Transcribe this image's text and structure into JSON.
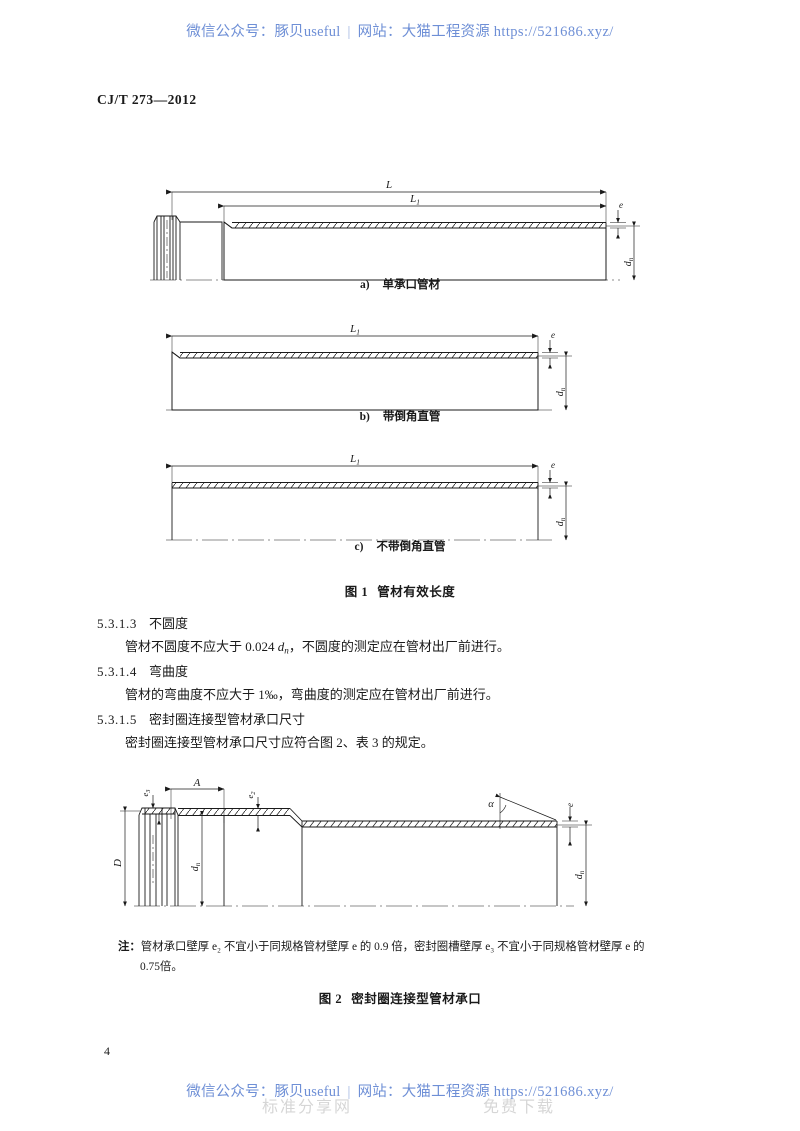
{
  "promo": {
    "wechat_label": "微信公众号：",
    "wechat_name": "豚贝useful",
    "separator": "|",
    "site_label": "网站：",
    "site_name": "大猫工程资源",
    "url": "https://521686.xyz/"
  },
  "ghost_watermark": {
    "left": "标准分享网",
    "right": "免费下载"
  },
  "header": {
    "standard_code": "CJ/T 273—2012"
  },
  "page": {
    "number": "4"
  },
  "figure1": {
    "caption_label": "图 1",
    "caption_title": "管材有效长度",
    "subfigures": [
      {
        "label": "a)",
        "title": "单承口管材"
      },
      {
        "label": "b)",
        "title": "带倒角直管"
      },
      {
        "label": "c)",
        "title": "不带倒角直管"
      }
    ],
    "dimension_labels": {
      "total_length": "L",
      "effective_length": "L1",
      "wall_thickness": "e",
      "nominal_diameter": "dn"
    }
  },
  "clauses": [
    {
      "number": "5.3.1.3",
      "title": "不圆度",
      "body_pre": "管材不圆度不应大于",
      "body_value": "0.024",
      "body_symbol": "dn",
      "body_post": "，不圆度的测定应在管材出厂前进行。"
    },
    {
      "number": "5.3.1.4",
      "title": "弯曲度",
      "body_pre": "管材的弯曲度不应大于",
      "body_value": "1‰",
      "body_symbol": "",
      "body_post": "，弯曲度的测定应在管材出厂前进行。"
    },
    {
      "number": "5.3.1.5",
      "title": "密封圈连接型管材承口尺寸",
      "body_pre": "密封圈连接型管材承口尺寸应符合图 2、表 3 的规定。",
      "body_value": "",
      "body_symbol": "",
      "body_post": ""
    }
  ],
  "figure2": {
    "caption_label": "图 2",
    "caption_title": "密封圈连接型管材承口",
    "note_label": "注：",
    "note_line1": "管材承口壁厚 e₂ 不宜小于同规格管材壁厚 e 的 0.9 倍，密封圈槽壁厚 e₃ 不宜小于同规格管材壁厚 e 的",
    "note_line2": "0.75倍。",
    "dimension_labels": {
      "socket_depth": "A",
      "socket_outer_diameter": "D",
      "nominal_diameter": "dn",
      "socket_wall_thickness": "e2",
      "seal_groove_wall_thickness": "e3",
      "chamfer_angle": "α",
      "wall_thickness": "e"
    }
  },
  "colors": {
    "promo_blue": "#6e8fd6",
    "ink": "#1a1a1a",
    "watermark_grey": "rgba(120,120,120,0.30)"
  }
}
